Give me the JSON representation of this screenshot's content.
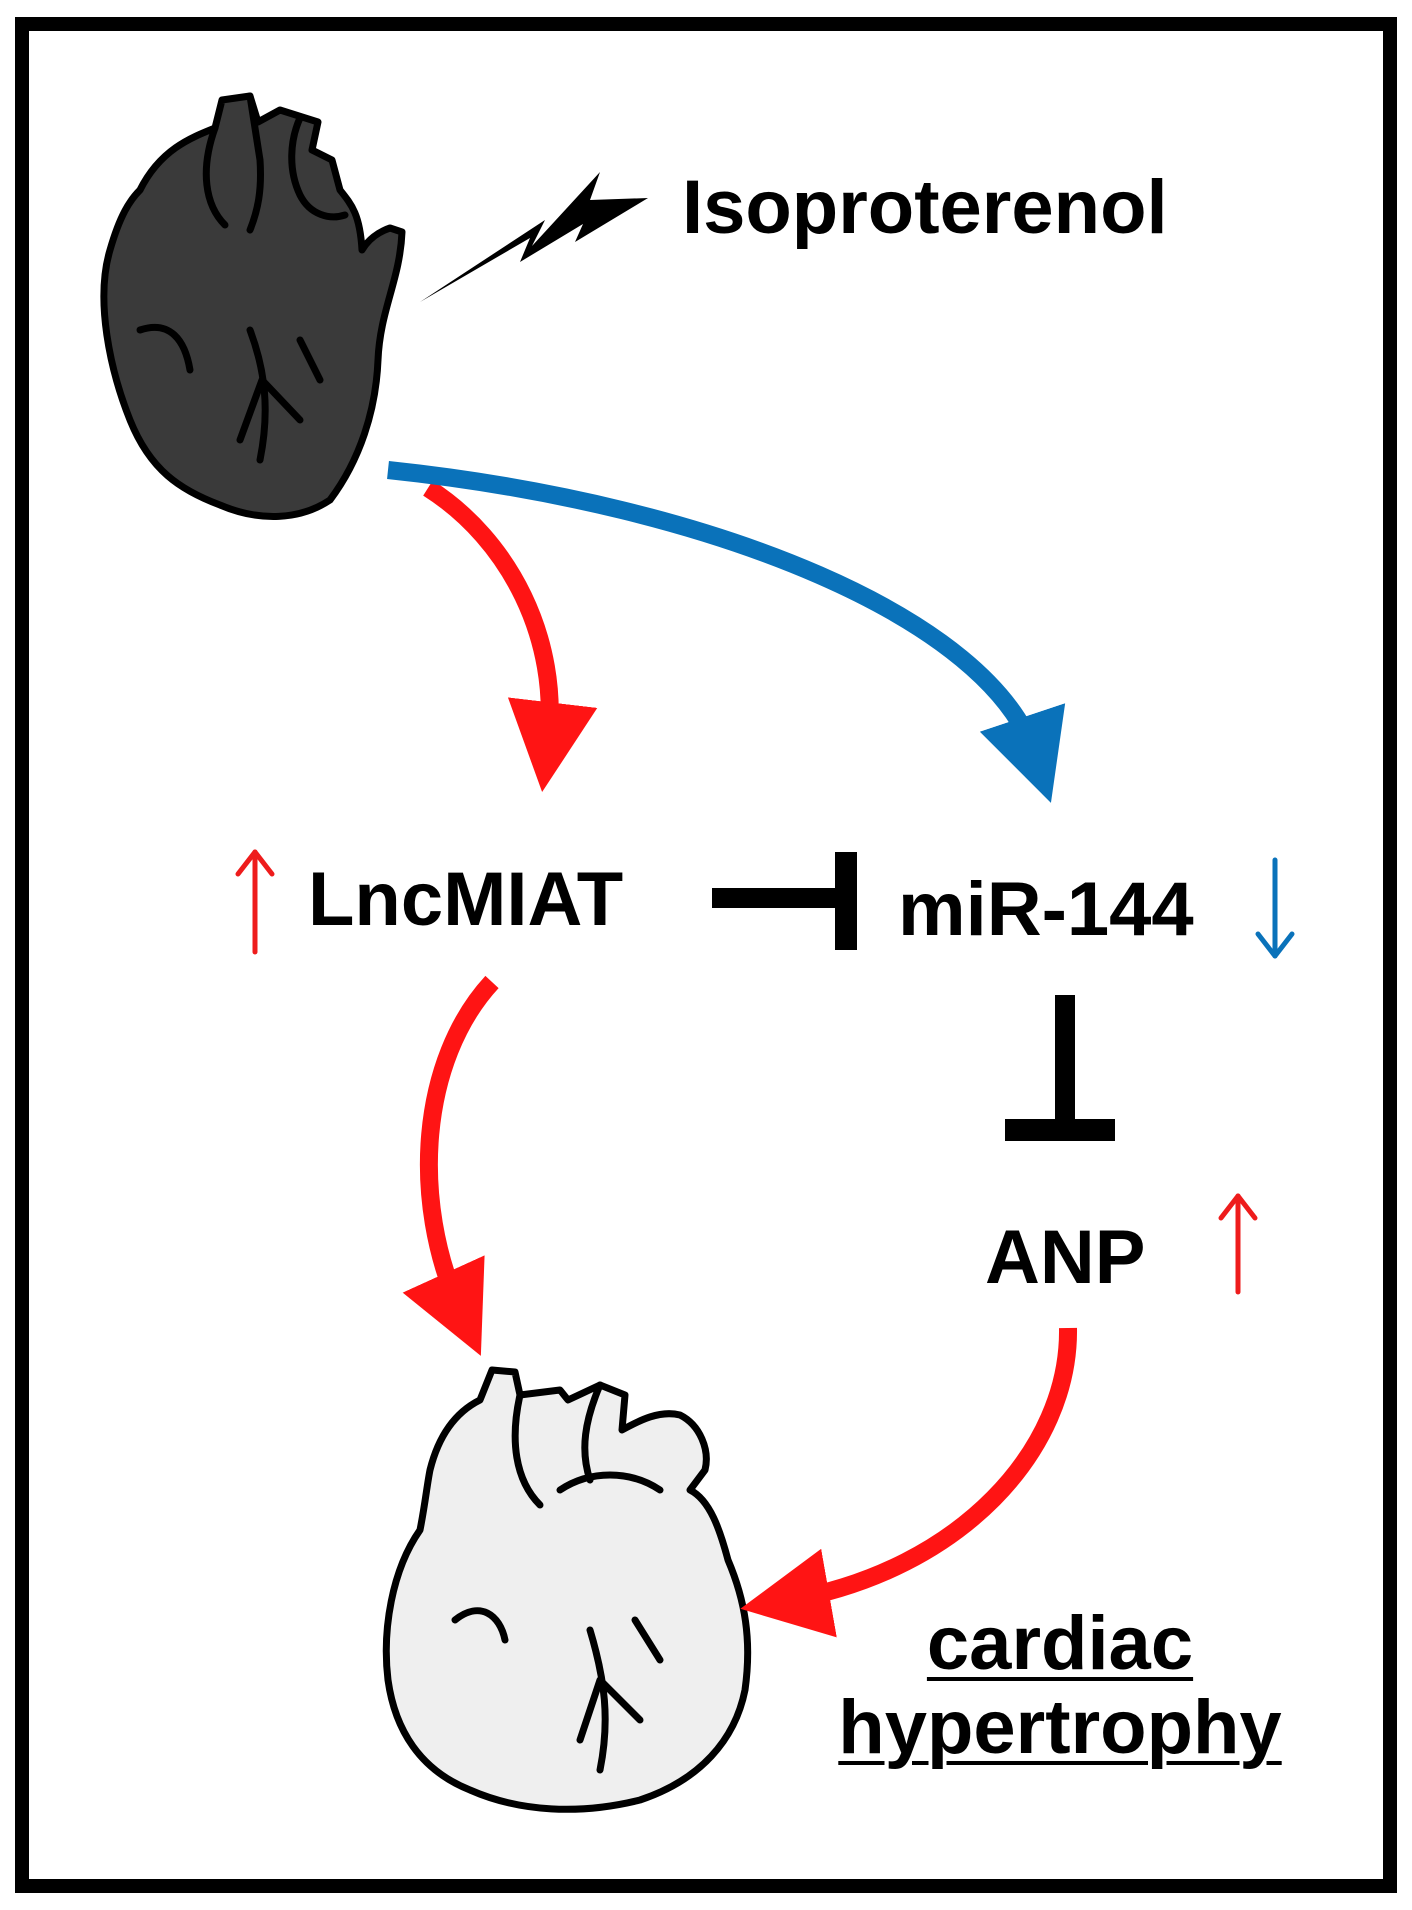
{
  "stimulus": {
    "label": "Isoproterenol"
  },
  "nodes": {
    "lnc": {
      "label": "LncMIAT",
      "direction": "up",
      "color": "#ee1c1c"
    },
    "mir": {
      "label": "miR-144",
      "direction": "down",
      "color": "#0a72ba"
    },
    "anp": {
      "label": "ANP",
      "direction": "up",
      "color": "#ee1c1c"
    }
  },
  "outcome": {
    "line1": "cardiac",
    "line2": "hypertrophy"
  },
  "colors": {
    "frame": "#000000",
    "activation_red": "#ff1414",
    "repression_blue": "#0a72ba",
    "inhibition": "#000000",
    "treated_heart_fill": "#3a3a3a",
    "hypertrophic_heart_fill": "#efefef"
  },
  "icons": {
    "stimulus": "lightning-bolt-icon",
    "treated_heart": "dark-heart-icon",
    "outcome_heart": "light-heart-icon",
    "arrow_up": "up-arrow-icon",
    "arrow_down": "down-arrow-icon",
    "inhibit": "t-bar-inhibition-icon"
  }
}
